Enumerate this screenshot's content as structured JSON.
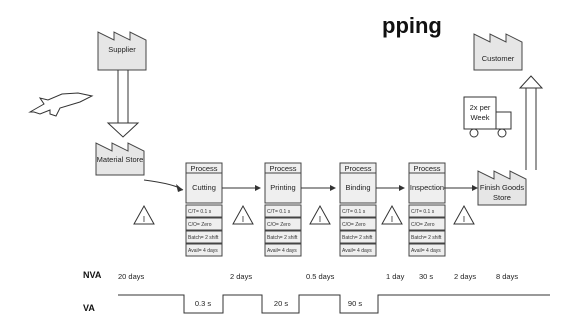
{
  "title_fragment": "pping",
  "supplier": {
    "label": "Supplier"
  },
  "material_store": {
    "label": "Material Store"
  },
  "customer": {
    "label": "Customer"
  },
  "finish_store": {
    "label": "Finish Goods Store"
  },
  "shipment": {
    "label": "2x per Week"
  },
  "inventory_symbol": "I",
  "process_header": "Process",
  "processes": [
    {
      "name": "Cutting",
      "data": [
        "C/T= 0.1 s",
        "C/O= Zero",
        "Batch= 2 shift",
        "Avail= 4 days"
      ]
    },
    {
      "name": "Printing",
      "data": [
        "C/T= 0.1 s",
        "C/O= Zero",
        "Batch= 2 shift",
        "Avail= 4 days"
      ]
    },
    {
      "name": "Binding",
      "data": [
        "C/T= 0.1 s",
        "C/O= Zero",
        "Batch= 2 shift",
        "Avail= 4 days"
      ]
    },
    {
      "name": "Inspection",
      "data": [
        "C/T= 0.1 s",
        "C/O= Zero",
        "Batch= 2 shift",
        "Avail= 4 days"
      ]
    }
  ],
  "timeline": {
    "nva_label": "NVA",
    "va_label": "VA",
    "nva": [
      "20 days",
      "2 days",
      "0.5 days",
      "1 day",
      "30 s",
      "2 days",
      "8 days"
    ],
    "va": [
      "0.3 s",
      "20 s",
      "90 s"
    ]
  }
}
